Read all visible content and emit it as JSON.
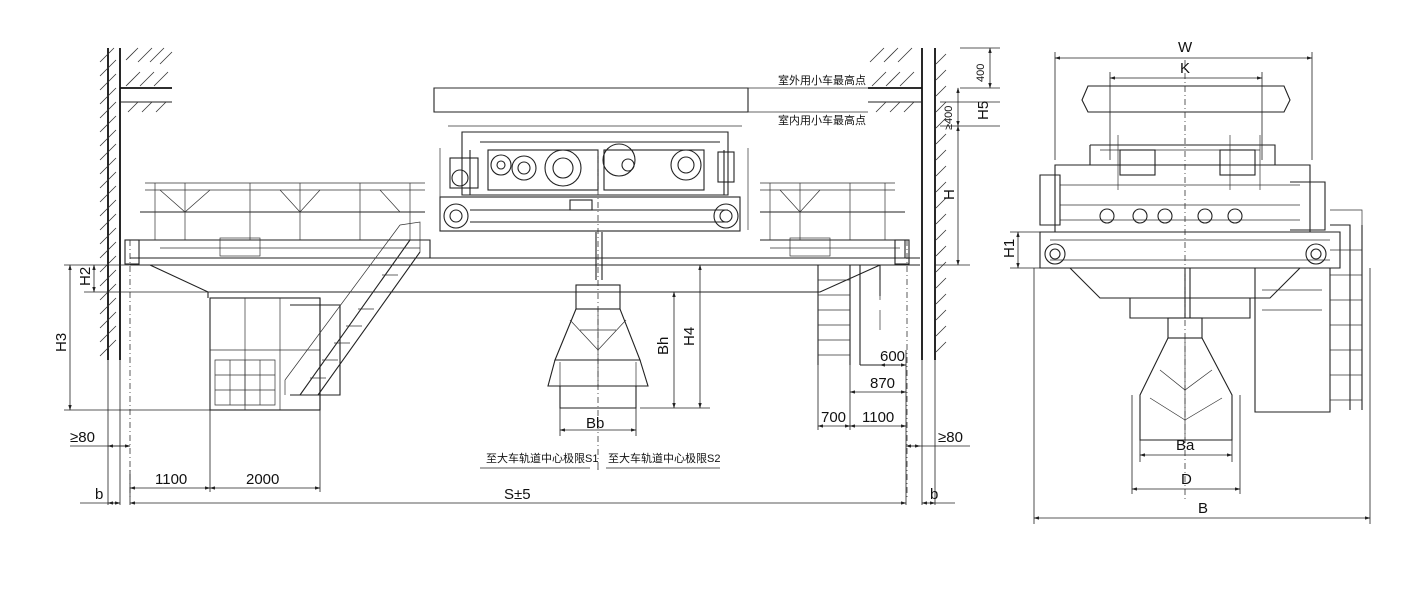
{
  "front_view": {
    "notes": {
      "outdoor_trolley_top": "室外用小车最高点",
      "indoor_trolley_top": "室内用小车最高点",
      "to_rail_limit_s1": "至大车轨道中心极限S1",
      "to_rail_limit_s2": "至大车轨道中心极限S2"
    },
    "dims": {
      "dim_400_top": "400",
      "h5": "H5",
      "ge400": "≥400",
      "h": "H",
      "h2": "H2",
      "h3": "H3",
      "bh": "Bh",
      "h4": "H4",
      "bb": "Bb",
      "d600": "600",
      "d870": "870",
      "d700": "700",
      "d1100_right": "1100",
      "ge80_left": "≥80",
      "ge80_right": "≥80",
      "d1100_left": "1100",
      "d2000": "2000",
      "b_left": "b",
      "b_right": "b",
      "span": "S±5"
    }
  },
  "side_view": {
    "dims": {
      "w": "W",
      "k": "K",
      "h1": "H1",
      "ba": "Ba",
      "d": "D",
      "b": "B"
    }
  }
}
